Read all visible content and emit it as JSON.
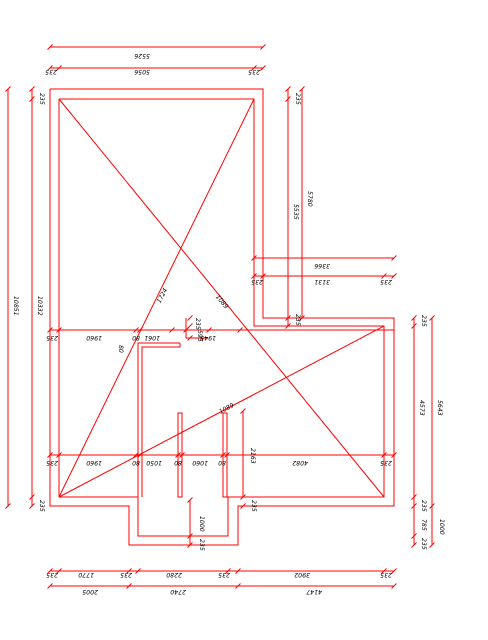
{
  "drawing": {
    "line_color": "#ff0000",
    "text_color": "#000000",
    "background": "#ffffff"
  },
  "dims": {
    "top_overall": "5526",
    "top_inner": "5056",
    "top_wall_l": "235",
    "top_wall_r": "235",
    "left_overall": "10851",
    "left_inner": "10332",
    "left_wall_top": "235",
    "left_wall_bottom": "235",
    "right_upper_inner": "5535",
    "right_upper_overall": "5780",
    "right_upper_wall_top": "235",
    "right_upper_wall_bottom": "235",
    "step_overall": "3366",
    "step_inner": "3131",
    "step_wall_l": "235",
    "step_wall_r": "235",
    "far_right_inner": "4573",
    "far_right_overall": "5643",
    "far_right_wall_top": "235",
    "far_right_wall_mid": "235",
    "far_right_wall_bottom": "235",
    "far_right_porch": "785",
    "far_right_porch_total": "1000",
    "row1_wall_l": "235",
    "row1_a": "1960",
    "row1_b": "80",
    "row1_c": "1061",
    "row1_d": "1945",
    "row1_e": "235",
    "row1_f": "595",
    "row1_g": "80",
    "row2_wall_l": "235",
    "row2_a": "1960",
    "row2_b": "80",
    "row2_c": "1050",
    "row2_d": "80",
    "row2_e": "1060",
    "row2_f": "80",
    "row2_g": "4082",
    "row2_h": "235",
    "porch_depth": "1000",
    "porch_wall": "235",
    "wall_height_mark": "2163",
    "bottom1_a": "235",
    "bottom1_b": "1770",
    "bottom1_c": "235",
    "bottom1_d": "2280",
    "bottom1_e": "235",
    "bottom1_f": "3902",
    "bottom1_g": "235",
    "bottom2_a": "2005",
    "bottom2_b": "2740",
    "bottom2_c": "4147",
    "diag_1": "1724",
    "diag_2": "1089",
    "diag_3": "1089"
  }
}
